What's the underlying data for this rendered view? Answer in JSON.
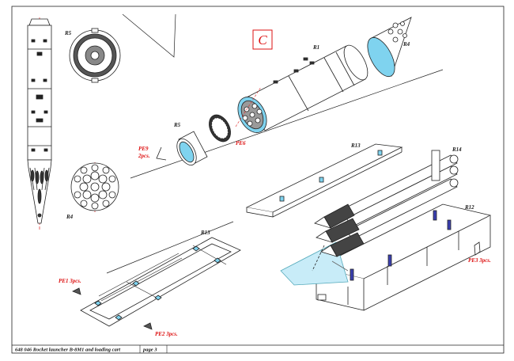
{
  "section_letter": "C",
  "labels": {
    "r1": "R1",
    "r4_top": "R4",
    "r5_top": "R5",
    "r5_mid": "R5",
    "r4_left": "R4",
    "r13_top": "R13",
    "r14": "R14",
    "r12": "R12",
    "r13_bottom": "R13"
  },
  "callouts": {
    "pe9": "PE9",
    "pe9_qty": "2pcs.",
    "pe6": "PE6",
    "pe1": "PE1 3pcs.",
    "pe2": "PE2 3pcs.",
    "pe3": "PE3 3pcs."
  },
  "footer": {
    "title": "648 046  Rocket launcher B-8M1 and loading cart",
    "page": "page 3"
  },
  "colors": {
    "line": "#222222",
    "callout": "#dd1111",
    "part_fill": "#7fd3ef",
    "clamp_blue": "#3a3fb0"
  }
}
